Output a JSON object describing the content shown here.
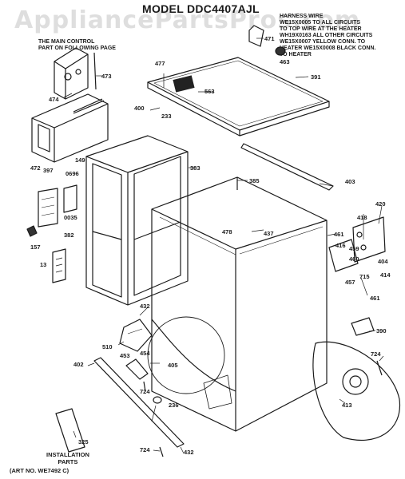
{
  "watermark": "AppliancePartsPros.com",
  "title": "MODEL DDC4407AJL",
  "note_left": "THE MAIN CONTROL\nPART ON FOLLOWING PAGE",
  "harness_note": "HARNESS WIRE\nWE15X0005 TO ALL CIRCUITS\nTO TOP WIRE AT THE HEATER\nWH19X0163 ALL OTHER CIRCUITS\nWE15X0007 YELLOW CONN. TO\nHEATER WE15X0008 BLACK CONN.\nTO HEATER",
  "install_label": "INSTALLATION\nPARTS",
  "footer": "(ART NO. WE7492 C)",
  "parts": [
    {
      "id": "p471",
      "text": "471"
    },
    {
      "id": "p463",
      "text": "463"
    },
    {
      "id": "p391",
      "text": "391"
    },
    {
      "id": "p477",
      "text": "477"
    },
    {
      "id": "p563",
      "text": "563"
    },
    {
      "id": "p473",
      "text": "473"
    },
    {
      "id": "p474",
      "text": "474"
    },
    {
      "id": "p400",
      "text": "400"
    },
    {
      "id": "p233",
      "text": "233"
    },
    {
      "id": "p149",
      "text": "149"
    },
    {
      "id": "p383",
      "text": "383"
    },
    {
      "id": "p472",
      "text": "472"
    },
    {
      "id": "p397",
      "text": "397"
    },
    {
      "id": "p0696",
      "text": "0696"
    },
    {
      "id": "p0035",
      "text": "0035"
    },
    {
      "id": "p385",
      "text": "385"
    },
    {
      "id": "p403",
      "text": "403"
    },
    {
      "id": "p420",
      "text": "420"
    },
    {
      "id": "p418",
      "text": "418"
    },
    {
      "id": "p157",
      "text": "157"
    },
    {
      "id": "p382",
      "text": "382"
    },
    {
      "id": "p13",
      "text": "13"
    },
    {
      "id": "p478",
      "text": "478"
    },
    {
      "id": "p437",
      "text": "437"
    },
    {
      "id": "p461a",
      "text": "461"
    },
    {
      "id": "p416",
      "text": "416"
    },
    {
      "id": "p459",
      "text": "459"
    },
    {
      "id": "p460",
      "text": "460"
    },
    {
      "id": "p404",
      "text": "404"
    },
    {
      "id": "p414",
      "text": "414"
    },
    {
      "id": "p457",
      "text": "457"
    },
    {
      "id": "p715",
      "text": "715"
    },
    {
      "id": "p461b",
      "text": "461"
    },
    {
      "id": "p432a",
      "text": "432"
    },
    {
      "id": "p390",
      "text": "390"
    },
    {
      "id": "p510",
      "text": "510"
    },
    {
      "id": "p454",
      "text": "454"
    },
    {
      "id": "p453",
      "text": "453"
    },
    {
      "id": "p405",
      "text": "405"
    },
    {
      "id": "p724a",
      "text": "724"
    },
    {
      "id": "p402",
      "text": "402"
    },
    {
      "id": "p724b",
      "text": "724"
    },
    {
      "id": "p236",
      "text": "236"
    },
    {
      "id": "p413",
      "text": "413"
    },
    {
      "id": "p325",
      "text": "325"
    },
    {
      "id": "p724c",
      "text": "724"
    },
    {
      "id": "p432b",
      "text": "432"
    }
  ]
}
